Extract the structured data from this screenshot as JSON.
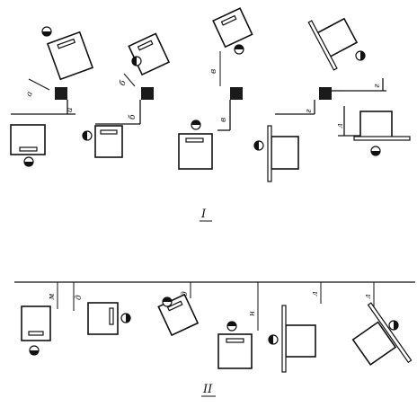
{
  "section_labels": [
    "I",
    "II"
  ],
  "group_I": {
    "dim_labels": [
      "а",
      "а",
      "б",
      "б",
      "в",
      "в",
      "г",
      "г",
      "л"
    ]
  },
  "group_II": {
    "dim_labels": [
      "м",
      "д",
      "д",
      "н",
      "л",
      "л"
    ]
  }
}
